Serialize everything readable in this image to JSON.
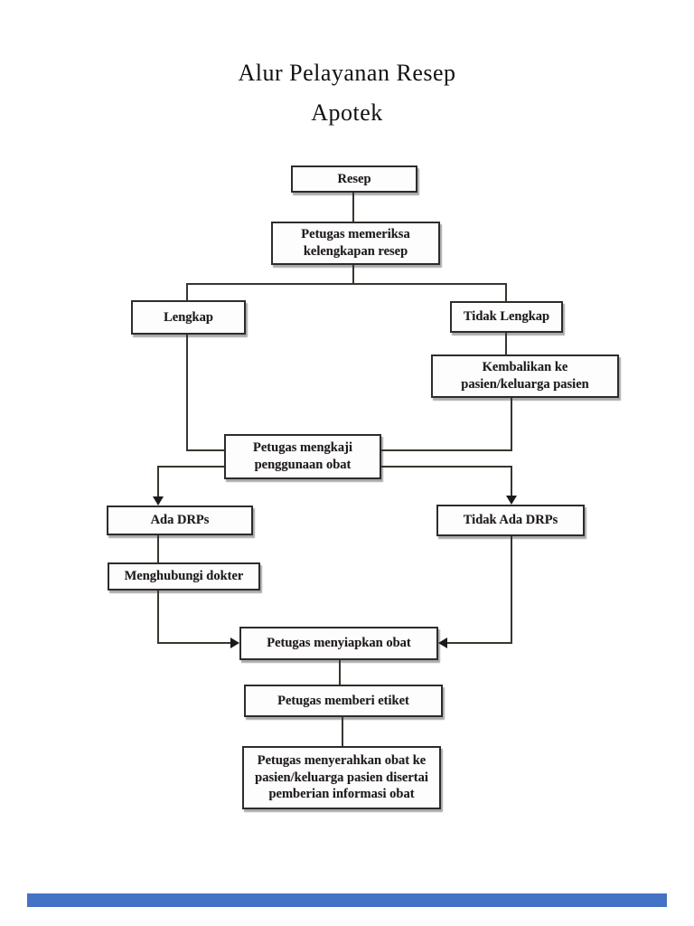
{
  "page": {
    "title_line1": "Alur Pelayanan Resep",
    "title_line2": "Apotek",
    "background_color": "#ffffff"
  },
  "flowchart": {
    "line_color": "#39352f",
    "box_border_color": "#2e2c2a",
    "box_fill_color": "#fdfdfd",
    "text_color": "#1e1a16",
    "nodes": [
      {
        "id": "resep",
        "label": "Resep"
      },
      {
        "id": "periksa",
        "label": "Petugas memeriksa kelengkapan resep"
      },
      {
        "id": "lengkap",
        "label": "Lengkap"
      },
      {
        "id": "tidak-lengkap",
        "label": "Tidak Lengkap"
      },
      {
        "id": "kembalikan",
        "label": "Kembalikan ke pasien/keluarga pasien"
      },
      {
        "id": "mengkaji",
        "label": "Petugas mengkaji penggunaan obat"
      },
      {
        "id": "ada-drps",
        "label": "Ada DRPs"
      },
      {
        "id": "tidak-ada-drps",
        "label": "Tidak Ada DRPs"
      },
      {
        "id": "menghubungi-dokter",
        "label": "Menghubungi dokter"
      },
      {
        "id": "menyiapkan-obat",
        "label": "Petugas menyiapkan obat"
      },
      {
        "id": "memberi-etiket",
        "label": "Petugas memberi etiket"
      },
      {
        "id": "menyerahkan-obat",
        "label": "Petugas menyerahkan obat ke pasien/keluarga pasien disertai pemberian informasi obat"
      }
    ]
  },
  "footer": {
    "bar_color": "#4472c4"
  }
}
